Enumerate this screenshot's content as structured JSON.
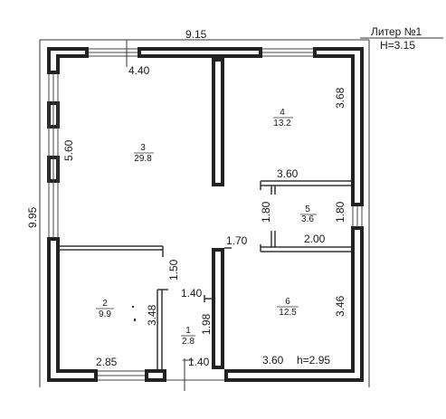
{
  "header": {
    "title": "Литер №1",
    "height": "Н=3.15"
  },
  "dimensions": {
    "top_width": "9.15",
    "left_height": "9.95",
    "segment_4_40": "4.40",
    "segment_5_60": "5.60",
    "segment_3_68": "3.68",
    "segment_3_60_a": "3.60",
    "segment_1_80_a": "1.80",
    "segment_1_80_b": "1.80",
    "segment_1_70": "1.70",
    "segment_2_00": "2.00",
    "segment_1_50": "1.50",
    "segment_1_40_a": "1.40",
    "segment_3_48": "3.48",
    "segment_1_98": "1.98",
    "segment_3_46": "3.46",
    "segment_2_85": "2.85",
    "segment_1_40_b": "1.40",
    "segment_3_60_b": "3.60",
    "ceiling_height": "h=2.95"
  },
  "rooms": [
    {
      "number": "3",
      "area": "29.8"
    },
    {
      "number": "4",
      "area": "13.2"
    },
    {
      "number": "5",
      "area": "3.6"
    },
    {
      "number": "2",
      "area": "9.9"
    },
    {
      "number": "1",
      "area": "2.8"
    },
    {
      "number": "6",
      "area": "12.5"
    }
  ]
}
